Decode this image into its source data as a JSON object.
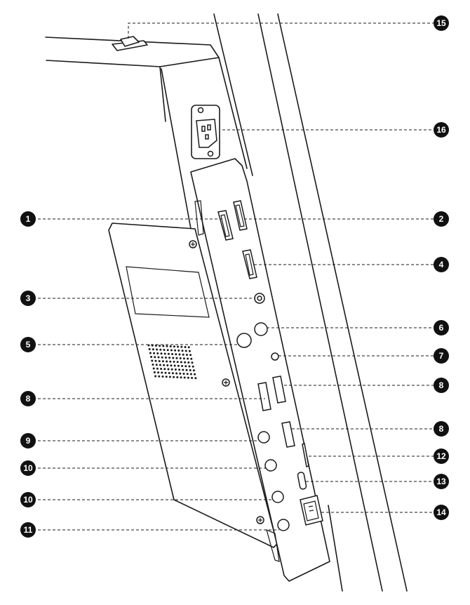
{
  "callouts": [
    {
      "id": "c15",
      "label": "15"
    },
    {
      "id": "c16",
      "label": "16"
    },
    {
      "id": "c1",
      "label": "1"
    },
    {
      "id": "c2",
      "label": "2"
    },
    {
      "id": "c4",
      "label": "4"
    },
    {
      "id": "c3",
      "label": "3"
    },
    {
      "id": "c6",
      "label": "6"
    },
    {
      "id": "c5",
      "label": "5"
    },
    {
      "id": "c7",
      "label": "7"
    },
    {
      "id": "c8a",
      "label": "8"
    },
    {
      "id": "c8b",
      "label": "8"
    },
    {
      "id": "c8c",
      "label": "8"
    },
    {
      "id": "c9",
      "label": "9"
    },
    {
      "id": "c12",
      "label": "12"
    },
    {
      "id": "c10a",
      "label": "10"
    },
    {
      "id": "c13",
      "label": "13"
    },
    {
      "id": "c10b",
      "label": "10"
    },
    {
      "id": "c14",
      "label": "14"
    },
    {
      "id": "c11",
      "label": "11"
    }
  ],
  "colors": {
    "ink": "#1a1a1a",
    "callout_fill": "#111111",
    "callout_text": "#ffffff"
  }
}
